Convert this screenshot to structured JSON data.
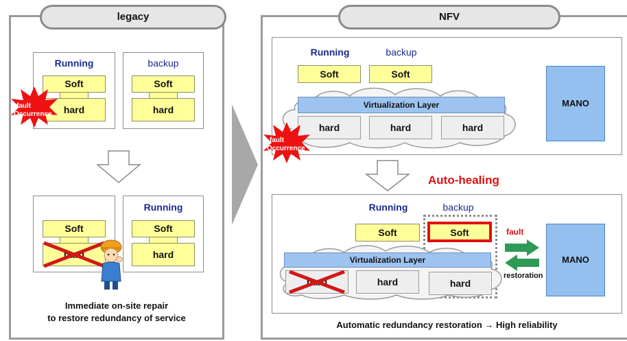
{
  "legacy": {
    "title": "legacy",
    "top_left": {
      "label": "Running",
      "soft": "Soft",
      "hard": "hard"
    },
    "top_right": {
      "label": "backup",
      "soft": "Soft",
      "hard": "hard"
    },
    "fault_line1": "fault",
    "fault_line2": "Occurrence",
    "bottom_left": {
      "soft": "Soft",
      "hard": "hard"
    },
    "bottom_right": {
      "label": "Running",
      "soft": "Soft",
      "hard": "hard"
    },
    "caption_line1": "Immediate on-site repair",
    "caption_line2": "to restore redundancy of service"
  },
  "nfv": {
    "title": "NFV",
    "top": {
      "running_label": "Running",
      "backup_label": "backup",
      "soft1": "Soft",
      "soft2": "Soft",
      "virt_layer": "Virtualization Layer",
      "hard1": "hard",
      "hard2": "hard",
      "hard3": "hard",
      "mano": "MANO"
    },
    "fault_line1": "fault",
    "fault_line2": "Occurrence",
    "auto_healing": "Auto-healing",
    "bottom": {
      "running_label": "Running",
      "backup_label": "backup",
      "soft1": "Soft",
      "soft2": "Soft",
      "virt_layer": "Virtualization Layer",
      "hard1": "hard",
      "hard2": "hard",
      "hard3": "hard",
      "mano": "MANO",
      "fault_label": "fault",
      "restoration_label": "restoration"
    },
    "caption": "Automatic redundancy restoration → High reliability"
  },
  "colors": {
    "chip": "#ffff99",
    "virtualization_layer": "#9dc3f0",
    "mano": "#94c0f0",
    "fault_burst": "#ee1111",
    "highlight": "#e01010",
    "arrow_green": "#2e9a55",
    "label_blue": "#1b2a8f"
  }
}
